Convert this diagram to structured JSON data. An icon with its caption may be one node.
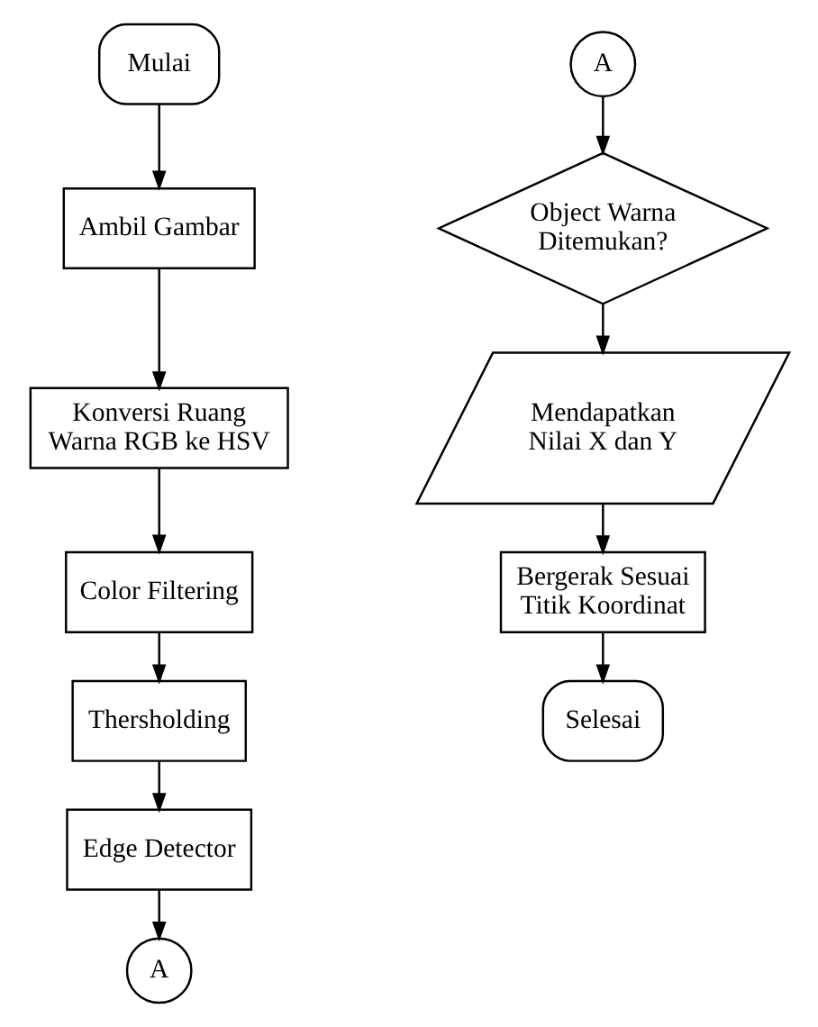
{
  "diagram": {
    "nodes": [
      {
        "text": [
          "Mulai"
        ]
      },
      {
        "text": [
          "Ambil Gambar"
        ]
      },
      {
        "text": [
          "Konversi Ruang Warna RGB ke HSV"
        ]
      },
      {
        "text": [
          "Color Filtering"
        ]
      },
      {
        "text": [
          "Thersholding"
        ]
      },
      {
        "text": [
          "Edge Detector"
        ]
      },
      {
        "text": [
          "A"
        ]
      },
      {
        "text": [
          "A"
        ]
      },
      {
        "text": [
          "Object Warna Ditemukan?"
        ]
      },
      {
        "text": [
          "Mendapatkan Nilai X dan Y"
        ]
      },
      {
        "text": [
          "Bergerak Sesuai Titik Koordinat"
        ]
      },
      {
        "text": [
          "Selesai"
        ]
      }
    ],
    "edges": [
      {
        "from": 0,
        "to": 1,
        "arrow": "to"
      },
      {
        "from": 1,
        "to": 2,
        "arrow": "to"
      },
      {
        "from": 2,
        "to": 3,
        "arrow": "to"
      },
      {
        "from": 3,
        "to": 4,
        "arrow": "to"
      },
      {
        "from": 4,
        "to": 5,
        "arrow": "to"
      },
      {
        "from": 5,
        "to": 6,
        "arrow": "to"
      },
      {
        "from": 7,
        "to": 8,
        "arrow": "to"
      },
      {
        "from": 8,
        "to": 9,
        "arrow": "to"
      },
      {
        "from": 9,
        "to": 10,
        "arrow": "to"
      },
      {
        "from": 10,
        "to": 11,
        "arrow": "to"
      }
    ]
  }
}
